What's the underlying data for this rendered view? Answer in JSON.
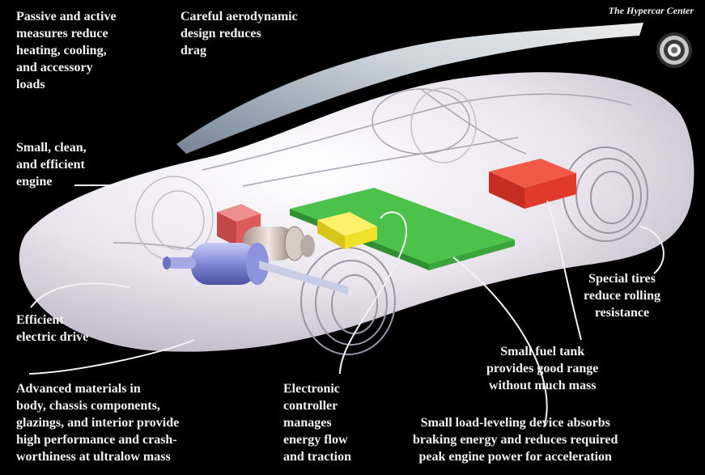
{
  "credit": "The Hypercar Center",
  "callouts": {
    "passive_measures": "Passive and active\nmeasures reduce\nheating, cooling,\nand accessory\nloads",
    "aero": "Careful aerodynamic\ndesign reduces\ndrag",
    "engine": "Small, clean,\nand efficient\nengine",
    "electric_drive": "Efficient\nelectric drive",
    "tires": "Special tires\nreduce rolling\nresistance",
    "fuel_tank": "Small fuel tank\nprovides good range\nwithout much mass",
    "materials": "Advanced materials in\nbody, chassis components,\nglazings, and interior provide\nhigh performance and crash-\nworthiness at ultralow mass",
    "controller": "Electronic\ncontroller\nmanages\nenergy flow\nand traction",
    "load_leveling": "Small load-leveling device absorbs\nbraking energy and reduces required\npeak engine power for acceleration"
  },
  "colors": {
    "background": "#000000",
    "text": "#f2f2f2",
    "body": "#e6e1ea",
    "red_block": "#e03a2c",
    "green_block": "#4cc24a",
    "yellow_block": "#f2e22a",
    "motor": "#8a8fd8"
  }
}
